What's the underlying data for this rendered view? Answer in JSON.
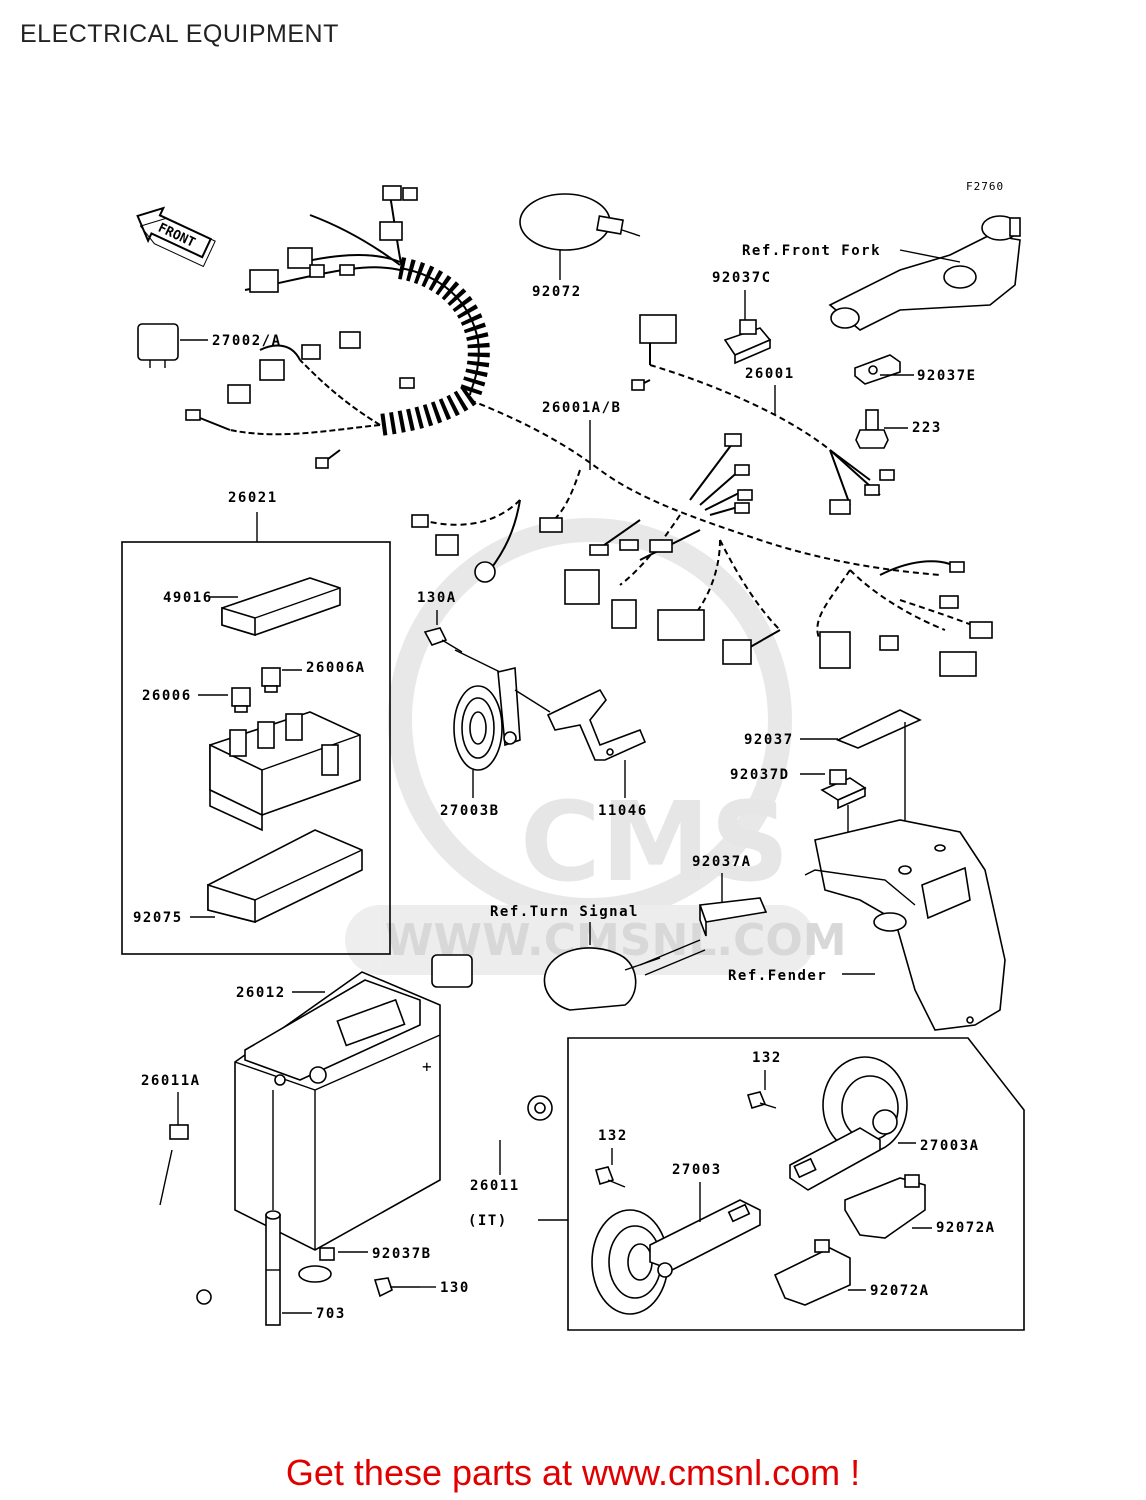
{
  "title": "ELECTRICAL EQUIPMENT",
  "figure_code": "F2760",
  "front_arrow": "FRONT",
  "watermark": {
    "brand": "CMS",
    "url": "WWW.CMSNL.COM"
  },
  "footer": "Get these parts at www.cmsnl.com !",
  "labels": {
    "p92072": "92072",
    "p92037C": "92037C",
    "ref_front_fork": "Ref.Front Fork",
    "p27002A": "27002/A",
    "p26001": "26001",
    "p92037E": "92037E",
    "p26001AB": "26001A/B",
    "p223": "223",
    "p26021": "26021",
    "p49016": "49016",
    "p130A": "130A",
    "p26006A": "26006A",
    "p26006": "26006",
    "p27003B": "27003B",
    "p11046": "11046",
    "p92037": "92037",
    "p92037D": "92037D",
    "p92075": "92075",
    "p92037A": "92037A",
    "ref_turn_signal": "Ref.Turn Signal",
    "ref_fender": "Ref.Fender",
    "p26012": "26012",
    "p132a": "132",
    "p26011A": "26011A",
    "p132b": "132",
    "p27003A": "27003A",
    "p27003": "27003",
    "p26011": "26011",
    "it": "(IT)",
    "p92072Aa": "92072A",
    "p92037B": "92037B",
    "p130": "130",
    "p92072Ab": "92072A",
    "p703": "703"
  }
}
